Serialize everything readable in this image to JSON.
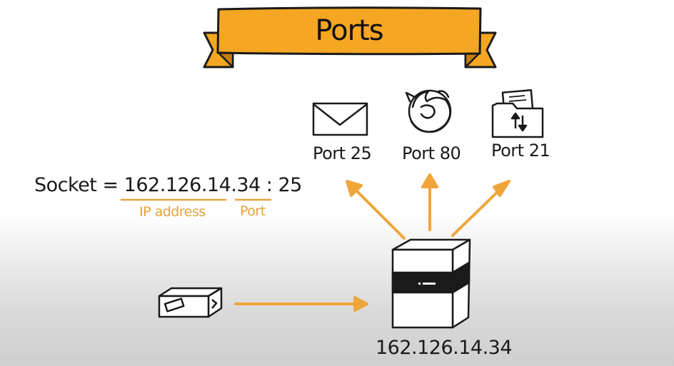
{
  "banner": {
    "title": "Ports",
    "color": "#f5a623"
  },
  "socket": {
    "prefix": "Socket = ",
    "ip": "162.126.14.34",
    "separator": " : ",
    "port": "25",
    "ip_caption": "IP address",
    "port_caption": "Port"
  },
  "services": [
    {
      "icon": "envelope-icon",
      "label": "Port 25"
    },
    {
      "icon": "firefox-icon",
      "label": "Port 80"
    },
    {
      "icon": "folder-transfer-icon",
      "label": "Port 21"
    }
  ],
  "server": {
    "icon": "server-icon",
    "ip_label": "162.126.14.34"
  },
  "packet": {
    "icon": "packet-box-icon"
  },
  "colors": {
    "accent": "#f0a53a",
    "ink": "#1a1a1a"
  }
}
